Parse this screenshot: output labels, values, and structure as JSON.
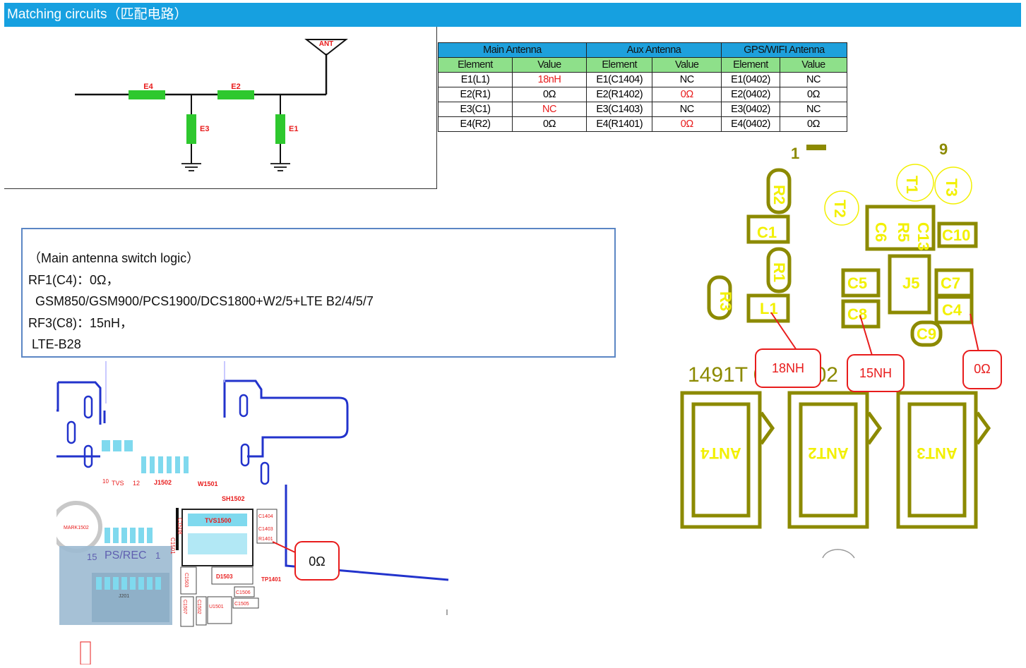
{
  "header": {
    "title": "Matching circuits（匹配电路）"
  },
  "schematic": {
    "labels": {
      "ant": "ANT",
      "e1": "E1",
      "e2": "E2",
      "e3": "E3",
      "e4": "E4"
    },
    "colors": {
      "component": "#2ec82e",
      "label": "#e81c1c",
      "wire": "#111111"
    }
  },
  "matching_table": {
    "groups": [
      "Main  Antenna",
      "Aux Antenna",
      "GPS/WIFI  Antenna"
    ],
    "sub_headers": [
      "Element",
      "Value",
      "Element",
      "Value",
      "Element",
      "Value"
    ],
    "rows": [
      [
        "E1(L1)",
        "18nH",
        "E1(C1404)",
        "NC",
        "E1(0402)",
        "NC"
      ],
      [
        "E2(R1)",
        "0Ω",
        "E2(R1402)",
        "0Ω",
        "E2(0402)",
        "0Ω"
      ],
      [
        "E3(C1)",
        "NC",
        "E3(C1403)",
        "NC",
        "E3(0402)",
        "NC"
      ],
      [
        "E4(R2)",
        "0Ω",
        "E4(R1401)",
        "0Ω",
        "E4(0402)",
        "0Ω"
      ]
    ],
    "colors": {
      "group_header": "#1ea0dc",
      "sub_header": "#8ee08a",
      "highlight": "#e81c1c"
    }
  },
  "switch_logic": {
    "lines": [
      "（Main antenna switch logic）",
      "RF1(C4)：0Ω，",
      "  GSM850/GSM900/PCS1900/DCS1800+W2/5+LTE B2/4/5/7",
      "RF3(C8)：15nH，",
      " LTE-B28"
    ]
  },
  "pcb_left": {
    "callout": "0Ω",
    "labels": {
      "ps_rec": "PS/REC",
      "pin15": "15",
      "pin1": "1",
      "j201": "J201",
      "tvs1500": "TVS1500",
      "d1503": "D1503",
      "u1501": "U1501",
      "c1505": "C1505",
      "c1506": "C1506",
      "tp1401": "TP1401",
      "sh1502": "SH1502",
      "j1502": "J1502",
      "tvs": "TVS",
      "mark1502": "MARK1502",
      "c1501": "C1501",
      "c1502": "C1502",
      "c1503": "C1503",
      "c1507": "C1507",
      "w1501": "W1501",
      "c1508": "C1508"
    },
    "colors": {
      "trace": "#2233cc",
      "pad": "#7fd9ee",
      "callout": "#e81c1c"
    }
  },
  "pcb_right": {
    "callouts": [
      "18NH",
      "15NH",
      "0Ω"
    ],
    "silkscreen": {
      "r2": "R2",
      "c1": "C1",
      "r1": "R1",
      "r3": "R3",
      "l1": "L1",
      "t1": "T1",
      "t2": "T2",
      "t3": "T3",
      "c6": "C6",
      "r5": "R5",
      "c13": "C13",
      "c10": "C10",
      "c5": "C5",
      "j5": "J5",
      "c7": "C7",
      "c8": "C8",
      "c4": "C4",
      "c9": "C9",
      "ant4": "ANT4",
      "ant2": "ANT2",
      "ant3": "ANT3",
      "board_code": "1491T 006_V02",
      "mark_1": "1",
      "mark_6": "9"
    },
    "colors": {
      "outline": "#8c8a00",
      "silk": "#f2f000",
      "callout": "#e81c1c"
    }
  }
}
